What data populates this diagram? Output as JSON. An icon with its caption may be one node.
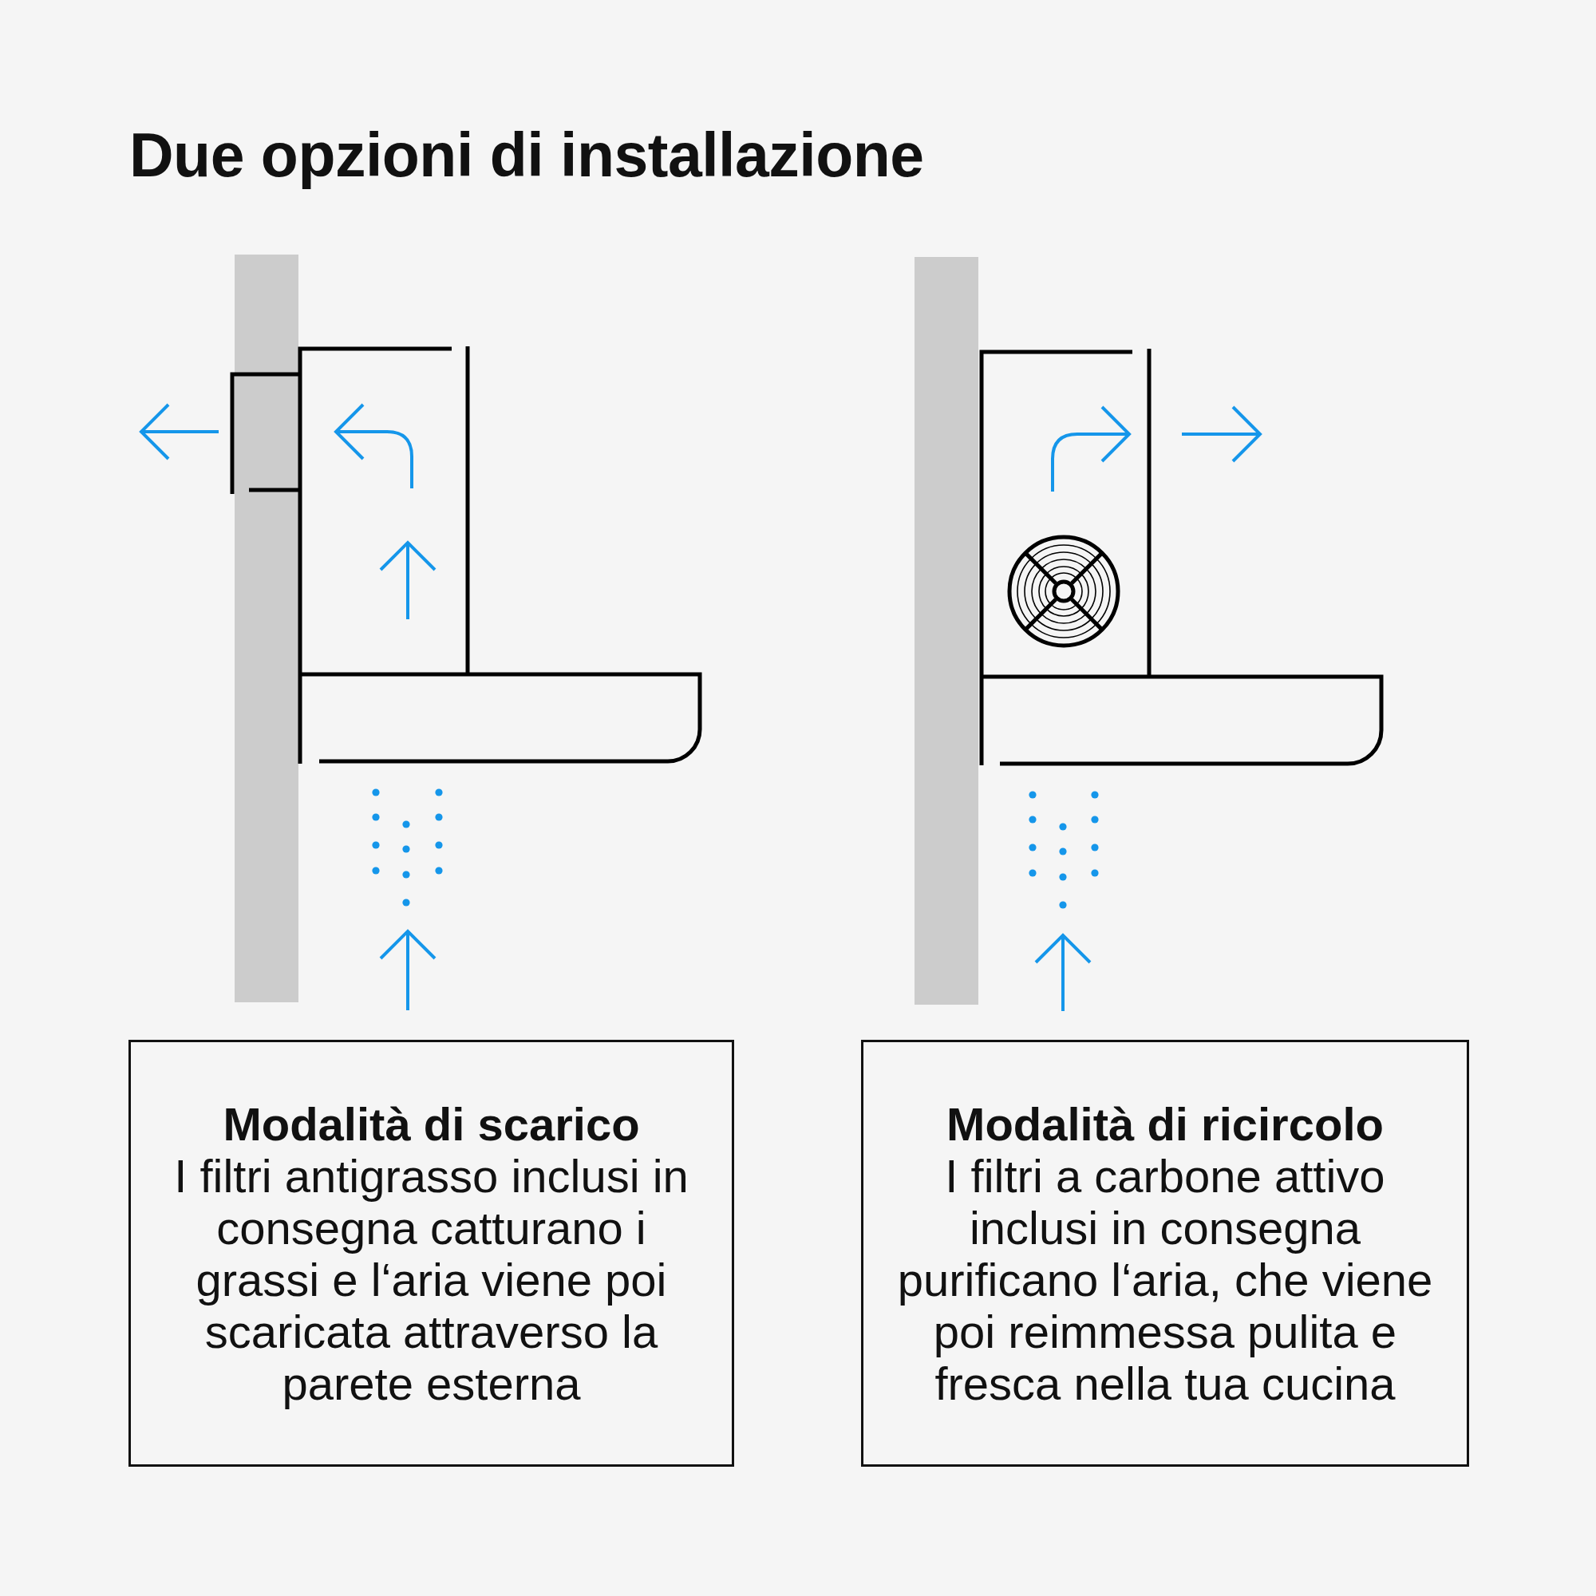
{
  "diagram": {
    "title": "Due opzioni di installazione",
    "nodes": [
      {
        "text": [
          "Modalità di scarico",
          "I filtri antigrasso inclusi in consegna catturano i grassi e l‘aria viene poi scaricata attraverso la parete esterna"
        ]
      },
      {
        "text": [
          "Modalità di ricircolo",
          "I filtri a carbone attivo inclusi in consegna purificano l‘aria, che viene poi reimmessa pulita e fresca nella tua cucina"
        ]
      }
    ]
  }
}
